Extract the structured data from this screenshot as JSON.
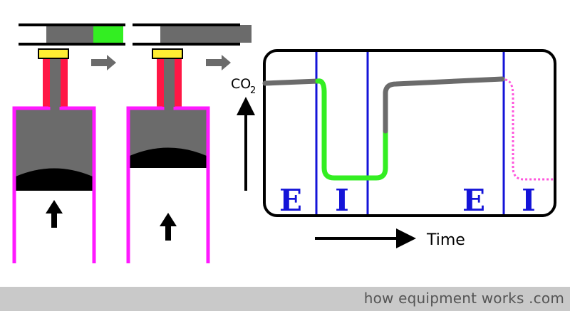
{
  "diagram": {
    "y_axis_label_main": "CO",
    "y_axis_label_sub": "2",
    "x_axis_label": "Time",
    "phase_labels": [
      "E",
      "I",
      "E",
      "I"
    ]
  },
  "footer": {
    "credit": "how equipment works .com"
  },
  "colors": {
    "piston_wall": "#ff19ff",
    "tube": "#ff1745",
    "valve": "#ffee33",
    "gas_grey": "#6b6b6b",
    "fresh_gas": "#33ee22",
    "phase_line": "#1414d8",
    "future_trace": "#ff55dd"
  }
}
